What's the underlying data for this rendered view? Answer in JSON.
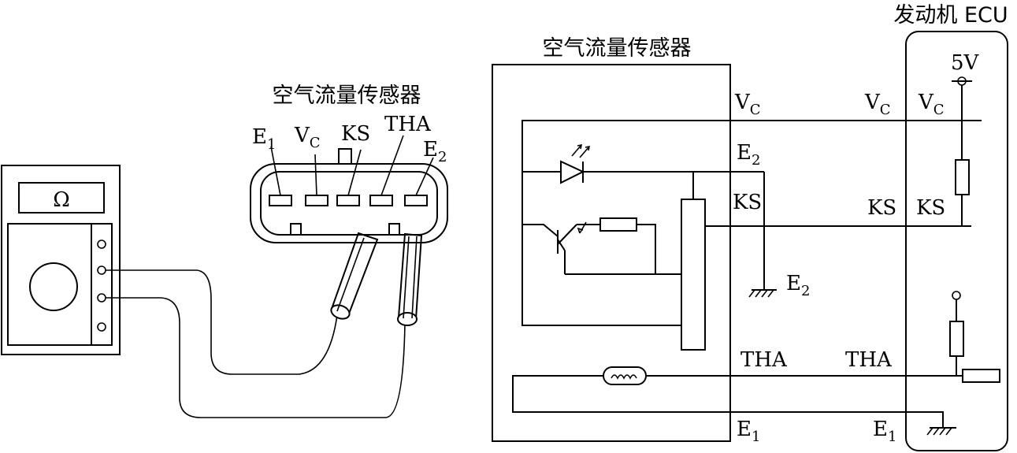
{
  "left": {
    "meter_symbol": "Ω",
    "sensor_title": "空气流量传感器",
    "pins": [
      {
        "main": "E",
        "sub": "1"
      },
      {
        "main": "V",
        "sub": "C"
      },
      {
        "main": "KS",
        "sub": ""
      },
      {
        "main": "THA",
        "sub": ""
      },
      {
        "main": "E",
        "sub": "2"
      }
    ]
  },
  "right": {
    "sensor_title": "空气流量传感器",
    "ecu_title": "发动机 ECU",
    "supply": "5V",
    "sensor_terminals": {
      "vc": {
        "main": "V",
        "sub": "C"
      },
      "e2": {
        "main": "E",
        "sub": "2"
      },
      "ks": {
        "main": "KS",
        "sub": ""
      },
      "tha": {
        "main": "THA",
        "sub": ""
      },
      "e1": {
        "main": "E",
        "sub": "1"
      }
    },
    "ground_e2": {
      "main": "E",
      "sub": "2"
    },
    "ecu_side": {
      "vc_outer": {
        "main": "V",
        "sub": "C"
      },
      "vc_inner": {
        "main": "V",
        "sub": "C"
      },
      "ks_outer": "KS",
      "ks_inner": "KS",
      "tha": "THA",
      "e1": {
        "main": "E",
        "sub": "1"
      }
    }
  }
}
